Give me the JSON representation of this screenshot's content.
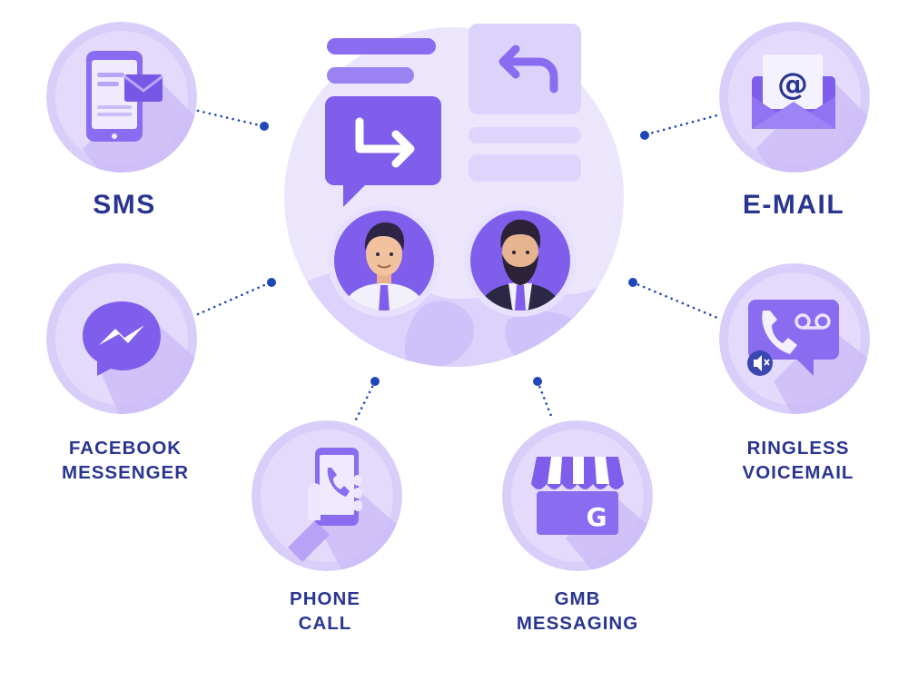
{
  "channels": {
    "sms": {
      "label_line1": "SMS",
      "icon": "smartphone-message-icon"
    },
    "email": {
      "label_line1": "E-MAIL",
      "icon": "envelope-at-icon"
    },
    "facebook_messenger": {
      "label_line1": "FACEBOOK",
      "label_line2": "MESSENGER",
      "icon": "messenger-icon"
    },
    "ringless_voicemail": {
      "label_line1": "RINGLESS",
      "label_line2": "VOICEMAIL",
      "icon": "voicemail-phone-icon"
    },
    "phone_call": {
      "label_line1": "PHONE",
      "label_line2": "CALL",
      "icon": "phone-in-hand-icon"
    },
    "gmb_messaging": {
      "label_line1": "GMB",
      "label_line2": "MESSAGING",
      "icon": "storefront-g-icon"
    }
  },
  "hub": {
    "icons": [
      "forward-message-icon",
      "reply-arrow-icon",
      "person-agent-icon",
      "person-customer-icon",
      "world-map-icon"
    ]
  },
  "colors": {
    "label": "#2a3590",
    "connector_dot": "#1f47b8",
    "badge_fill": "#d9cdfa",
    "accent": "#8b6df0"
  }
}
